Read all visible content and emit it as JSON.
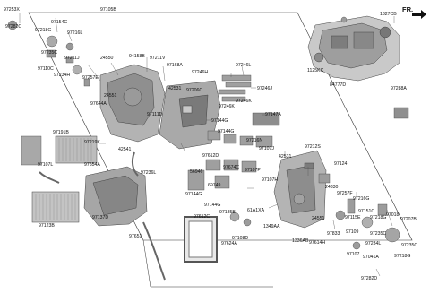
{
  "direction_label": "FR.",
  "part_labels": {
    "p97253X": "97253X",
    "p97105B": "97105B",
    "p1327CB": "1327CB",
    "p97282C": "97282C",
    "p97154C": "97154C",
    "p97218G_a": "97218G",
    "p97216L": "97216L",
    "p97235C_a": "97235C",
    "p97211J": "97211J",
    "p24550": "24550",
    "p97110C": "97110C",
    "p97234H": "97234H",
    "p97257E": "97257E",
    "p94158B": "94158B",
    "p97211V": "97211V",
    "p97168A": "97168A",
    "p97246H": "97246H",
    "p97246L": "97246L",
    "p1125KC": "1125KC",
    "p84777D": "84777D",
    "p42531_a": "42531",
    "p97206C": "97206C",
    "p97246J": "97246J",
    "p24551_a": "24551",
    "p97644A": "97644A",
    "p97246K_a": "97246K",
    "p97246K_b": "97246K",
    "p97288A": "97288A",
    "p97111D": "97111D",
    "p97144G_a": "97144G",
    "p97147A": "97147A",
    "p97191B": "97191B",
    "p97219K": "97219K",
    "p97144G_b": "97144G",
    "p97216N": "97216N",
    "p97212S": "97212S",
    "p97107J": "97107J",
    "p42541": "42541",
    "p97612D": "97612D",
    "p42531_b": "42531",
    "p97654A": "97654A",
    "p97107L": "97107L",
    "p56946": "56946",
    "p97674C": "97674C",
    "p97107P": "97107P",
    "p97124": "97124",
    "p97236L": "97236L",
    "p97107H": "97107H",
    "p24330": "24330",
    "p97257F": "97257F",
    "p97216G": "97216G",
    "p69749": "69749",
    "p97151C": "97151C",
    "p97144G_c": "97144G",
    "p97185B": "97185B",
    "p61A1XA": "61A1XA",
    "p97018": "97018",
    "p97115E": "97115E",
    "p97218G_b": "97218G",
    "p97207B": "97207B",
    "p97137D": "97137D",
    "p97123B": "97123B",
    "p97144G_d": "97144G",
    "p97612C": "97612C",
    "p97108D": "97108D",
    "p97624A": "97624A",
    "p24551_b": "24551",
    "p1349AA": "1349AA",
    "p97109": "97109",
    "p97235C_b": "97235C",
    "p97833": "97833",
    "p97651": "97651",
    "p1336AB": "1336AB",
    "p97614H": "97614H",
    "p97234L": "97234L",
    "p97235C_c": "97235C",
    "p97107": "97107",
    "p97041A": "97041A",
    "p97218G_c": "97218G",
    "p97282D": "97282D"
  }
}
